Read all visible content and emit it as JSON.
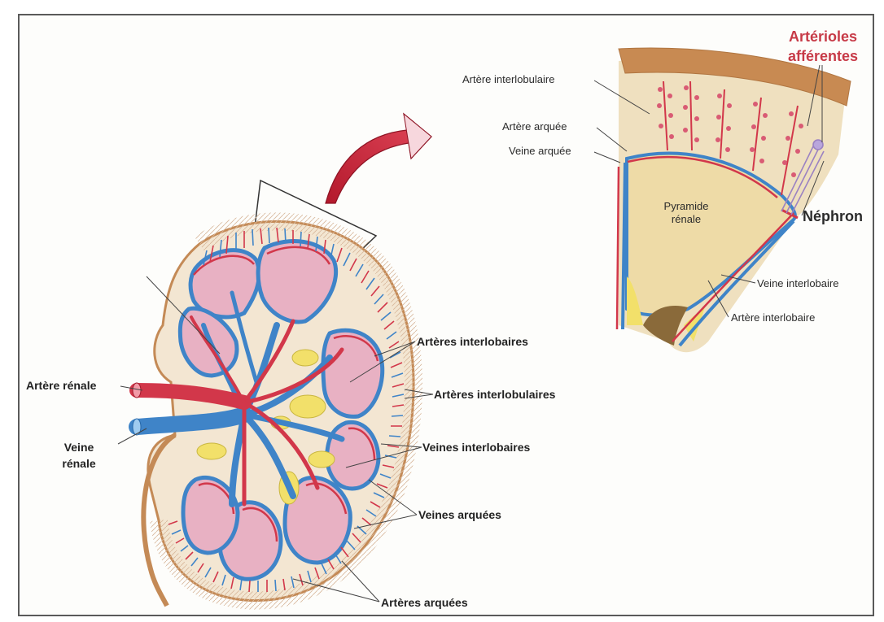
{
  "labels": {
    "arterioles_afferentes_line1": "Artérioles",
    "arterioles_afferentes_line2": "afférentes",
    "artere_interlobulaire": "Artère interlobulaire",
    "artere_arquee": "Artère arquée",
    "veine_arquee": "Veine arquée",
    "pyramide_line1": "Pyramide",
    "pyramide_line2": "rénale",
    "nephron": "Néphron",
    "veine_interlobaire": "Veine interlobaire",
    "artere_interlobaire": "Artère interlobaire",
    "arteres_interlobaires": "Artères interlobaires",
    "arteres_interlobulaires": "Artères interlobulaires",
    "veines_interlobaires": "Veines interlobaires",
    "veines_arquees": "Veines arquées",
    "arteres_arquees": "Artères arquées",
    "artere_renale": "Artère rénale",
    "veine_renale_line1": "Veine",
    "veine_renale_line2": "rénale"
  },
  "colors": {
    "artery": "#d2374a",
    "vein": "#3f84c8",
    "cortex": "#efe1cc",
    "medulla_pink": "#e9b6c8",
    "pyramid_fill": "#eedba7",
    "capsule": "#c98a55",
    "fat": "#f2e06a",
    "arrow": "#c8283a",
    "label_red": "#c73a47"
  }
}
